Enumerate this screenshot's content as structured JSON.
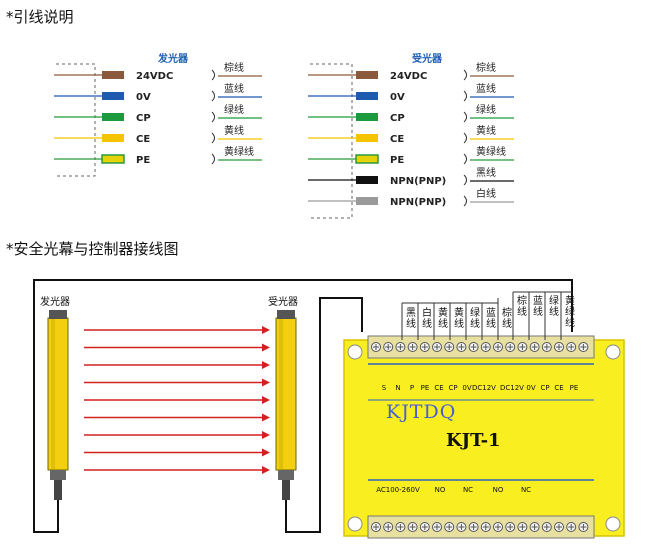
{
  "section1_title": "*引线说明",
  "section2_title": "*安全光幕与控制器接线图",
  "emitter": {
    "title": "发光器",
    "pins": [
      "24VDC",
      "0V",
      "CP",
      "CE",
      "PE"
    ],
    "wires": [
      "棕线",
      "蓝线",
      "绿线",
      "黄线",
      "黄绿线"
    ]
  },
  "receiver": {
    "title": "受光器",
    "pins": [
      "24VDC",
      "0V",
      "CP",
      "CE",
      "PE",
      "NPN(PNP)",
      "NPN(PNP)"
    ],
    "wires": [
      "棕线",
      "蓝线",
      "绿线",
      "黄线",
      "黄绿线",
      "黑线",
      "白线"
    ]
  },
  "colors": {
    "brown": "#8b5a3c",
    "blue": "#1e5bb0",
    "green": "#1e9a3e",
    "yellow": "#f5c400",
    "yg_yellow": "#e6d200",
    "yg_green": "#2a9a3a",
    "black": "#111111",
    "gray": "#9a9a9a",
    "beam": "#d42020",
    "curtain": "#f3cf10",
    "controller": "#f8ee20",
    "controller_stroke": "#d9c400",
    "title_blue": "#1f5fb4"
  },
  "diagram": {
    "emitter_label": "发光器",
    "receiver_label": "受光器",
    "brand": "KJTDQ",
    "model": "KJT-1",
    "top_wire_labels": [
      "黑线",
      "白线",
      "黄线",
      "黄线",
      "绿线",
      "蓝线",
      "棕线"
    ],
    "top_wire_labels_right": [
      "棕线",
      "蓝线",
      "绿线",
      "黄绿线"
    ],
    "terminal_top": [
      "S",
      "N",
      "P",
      "PE",
      "CE",
      "CP",
      "0V",
      "DC12V",
      "DC12V",
      "0V",
      "CP",
      "CE",
      "PE"
    ],
    "terminal_bottom": [
      "AC100-260V",
      "NO",
      "NC",
      "NO",
      "NC"
    ]
  }
}
